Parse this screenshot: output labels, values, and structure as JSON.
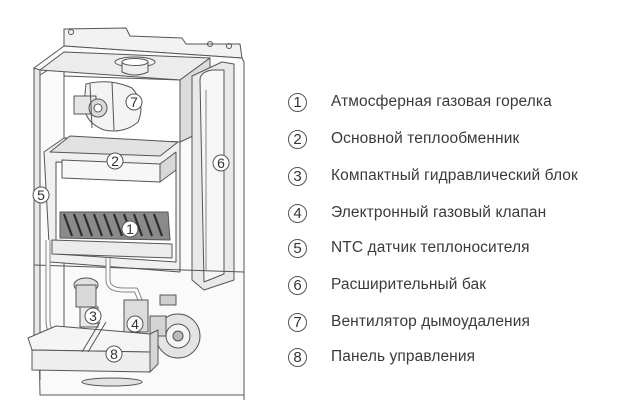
{
  "diagram": {
    "subject": "boiler-cutaway",
    "callouts": [
      "1",
      "2",
      "3",
      "4",
      "5",
      "6",
      "7",
      "8"
    ]
  },
  "legend": {
    "items": [
      {
        "num": "1",
        "label": "Атмосферная газовая горелка"
      },
      {
        "num": "2",
        "label": "Основной теплообменник"
      },
      {
        "num": "3",
        "label": "Компактный  гидравлический  блок"
      },
      {
        "num": "4",
        "label": "Электронный  газовый клапан"
      },
      {
        "num": "5",
        "label": "NTC датчик теплоносителя"
      },
      {
        "num": "6",
        "label": "Расширительный  бак"
      },
      {
        "num": "7",
        "label": "Вентилятор дымоудаления"
      },
      {
        "num": "8",
        "label": "Панель управления"
      }
    ]
  },
  "colors": {
    "line": "#555555",
    "panel": "#e8e8e8",
    "panel_dark": "#cfcfcf",
    "burner": "#6a6a6a",
    "text": "#3a3a3a"
  }
}
